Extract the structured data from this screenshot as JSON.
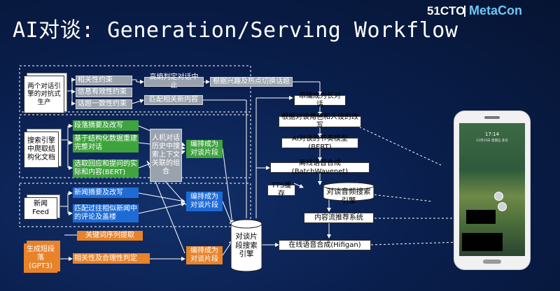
{
  "title": "AI对谈: Generation/Serving Workflow",
  "logo": {
    "brand1": "51CTO",
    "brand2": "MetaCon"
  },
  "sources": {
    "engine": "两个对话引擎的对抗式生产",
    "crawl": "搜索引擎中爬取结构化文档",
    "feed": "新闻Feed",
    "gpt3": "生成短段落(GPT3)"
  },
  "constraints": {
    "relevance": "相关性约束",
    "info": "信息有效性约束",
    "consistency": "话题一致性约束"
  },
  "top_chain": {
    "entropy": "高熵判定对话中止",
    "switch": "根据兴趣及热点切换话题",
    "match": "匹配相关新内容"
  },
  "crawl_steps": {
    "summary": "段落摘要及改写",
    "kg": "基于结构化数据重建完整对话",
    "bert": "选取回应和提问的实际和内容(BERT)"
  },
  "feed_steps": {
    "summary": "新闻摘要及改写",
    "comments": "匹配过往相似新闻中的评论及盖楼"
  },
  "history": "人机对话历史中搜索上下文关联的组合",
  "arrange": {
    "a": "编排成为对谈片段",
    "b": "编排成为对谈片段",
    "c": "编排成为对谈片段"
  },
  "keyword": "关键词序列提取",
  "gpt3_filter": "相关性及合理性判定",
  "search_engine": "对谈片段搜索引擎",
  "pipeline": {
    "long": "串编成为长对话",
    "rewrite": "根据对谈角色和人设的改写",
    "rhythm": "AI对谈的节奏模型(BERT)",
    "offline": "离线语音合成(BatchWavenet)",
    "tts": "TTS缓存",
    "audio_search": "对谈音频搜索引擎",
    "recommend": "内容流推荐系统",
    "online": "在线语音合成(Hifigan)"
  },
  "phone": {
    "time": "17:14",
    "date": "11月23日 星期五 多云"
  }
}
